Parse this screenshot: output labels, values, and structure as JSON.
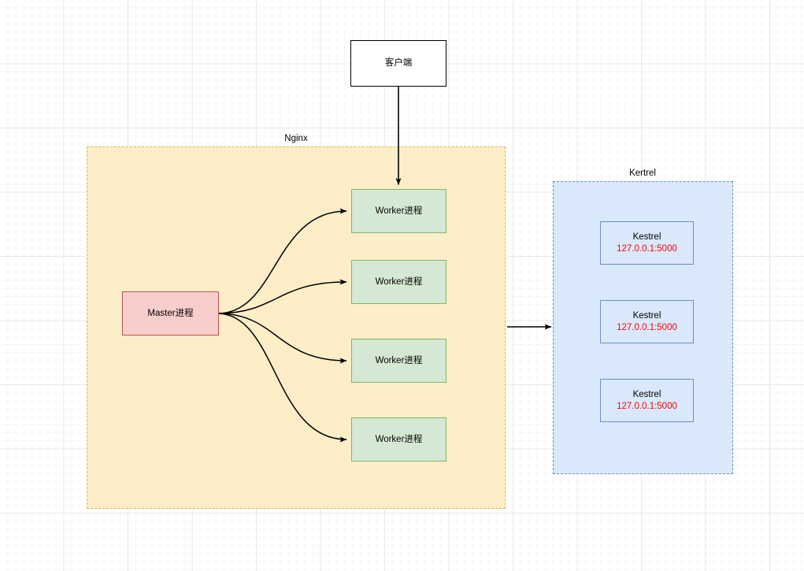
{
  "diagram": {
    "title_label_nginx": "Nginx",
    "title_label_kertrel": "Kertrel",
    "client": {
      "label": "客户端"
    },
    "nginx": {
      "label": "Nginx",
      "master": {
        "label": "Master进程"
      },
      "workers": [
        {
          "label": "Worker进程"
        },
        {
          "label": "Worker进程"
        },
        {
          "label": "Worker进程"
        },
        {
          "label": "Worker进程"
        }
      ]
    },
    "kertrel": {
      "label": "Kertrel",
      "instances": [
        {
          "name": "Kestrel",
          "address": "127.0.0.1:5000"
        },
        {
          "name": "Kestrel",
          "address": "127.0.0.1:5000"
        },
        {
          "name": "Kestrel",
          "address": "127.0.0.1:5000"
        }
      ]
    },
    "colors": {
      "client_fill": "#ffffff",
      "client_stroke": "#000000",
      "nginx_fill": "#fdeec8",
      "nginx_stroke": "#d6b656",
      "master_fill": "#f8cecc",
      "master_stroke": "#b85450",
      "worker_fill": "#d5e8d4",
      "worker_stroke": "#82b366",
      "kertrel_fill": "#dae8fc",
      "kertrel_stroke": "#6c8ebf",
      "kestrel_fill": "#dae8fc",
      "kestrel_stroke": "#6c8ebf",
      "address_text": "#ff0000",
      "edge_stroke": "#000000",
      "grid_minor": "#f6f6f6",
      "grid_major": "#e8e8e8"
    }
  }
}
